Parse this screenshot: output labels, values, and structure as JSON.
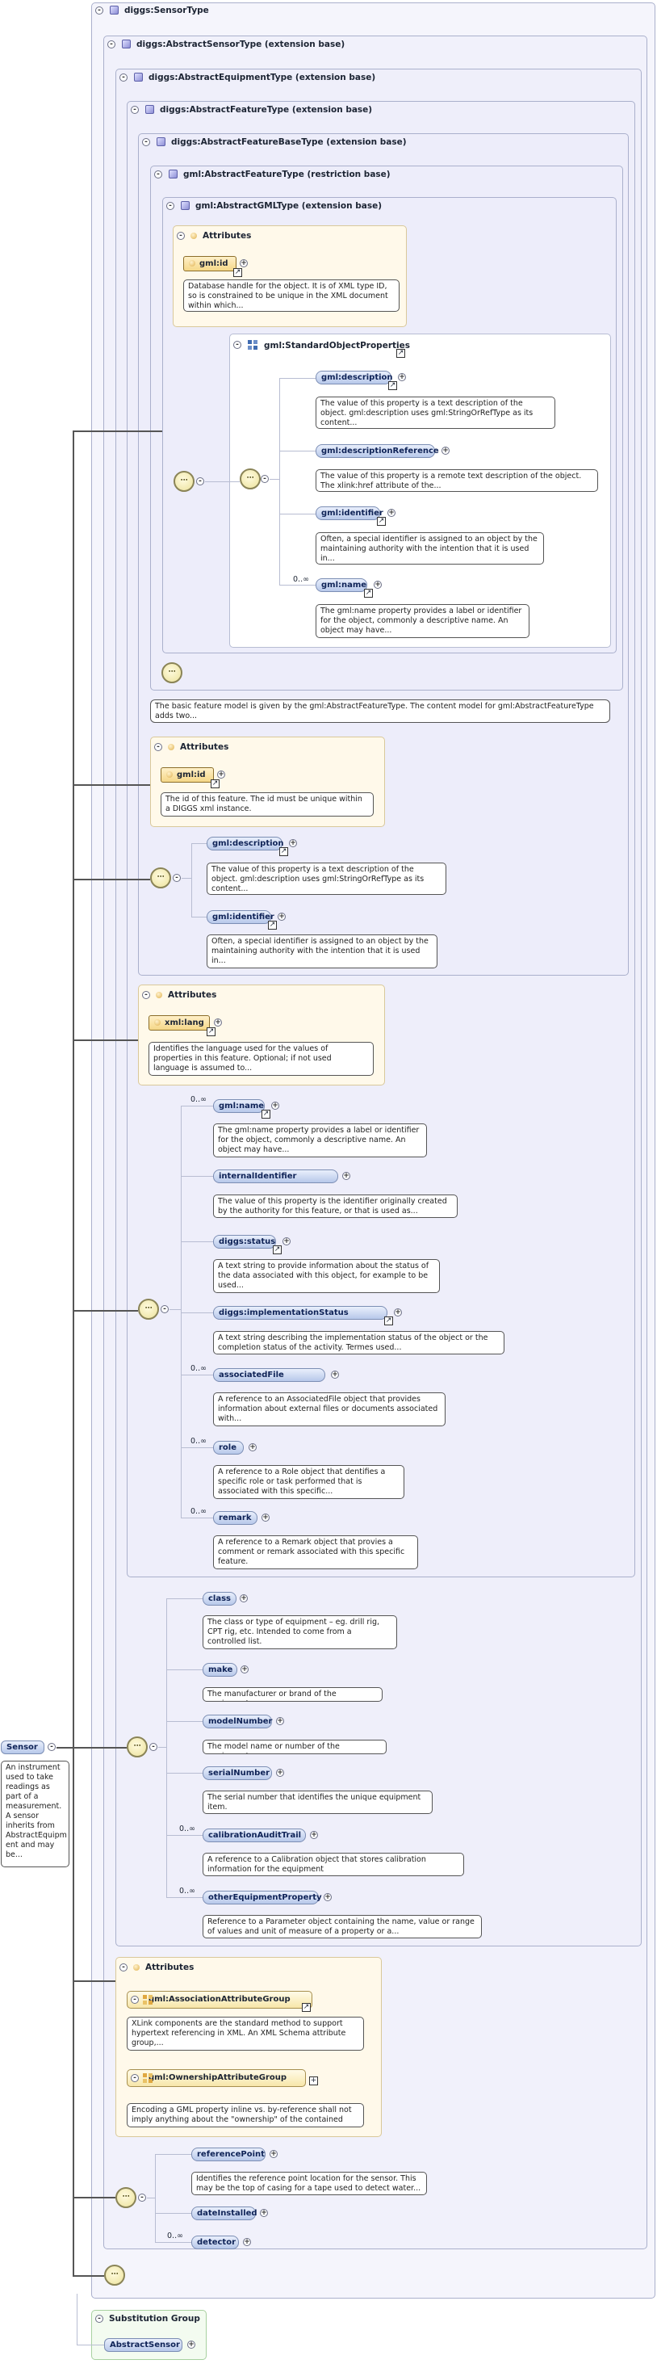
{
  "types": [
    {
      "name": "diggs:SensorType"
    },
    {
      "name": "diggs:AbstractSensorType (extension base)"
    },
    {
      "name": "diggs:AbstractEquipmentType (extension base)"
    },
    {
      "name": "diggs:AbstractFeatureType (extension base)"
    },
    {
      "name": "diggs:AbstractFeatureBaseType (extension base)"
    },
    {
      "name": "gml:AbstractFeatureType (restriction base)"
    },
    {
      "name": "gml:AbstractGMLType (extension base)"
    }
  ],
  "attributes_label": "Attributes",
  "gml_std_props": "gml:StandardObjectProperties",
  "gml_id1": {
    "name": "gml:id",
    "desc": "Database handle for the object. It is of XML type ID, so is constrained to be unique in the XML document within which..."
  },
  "std": [
    {
      "name": "gml:description",
      "desc": "The value of this property is a text description of the object. gml:description uses gml:StringOrRefType as its content..."
    },
    {
      "name": "gml:descriptionReference",
      "desc": "The value of this property is a remote text description of the object. The xlink:href attribute of the..."
    },
    {
      "name": "gml:identifier",
      "desc": "Often, a special identifier is assigned to an object by the maintaining authority with the intention that it is used in..."
    },
    {
      "name": "gml:name",
      "mult": "0..∞",
      "desc": "The gml:name property provides a label or identifier for the object, commonly a descriptive name. An object may have..."
    }
  ],
  "feature_note": "The basic feature model is given by the gml:AbstractFeatureType. The content model for gml:AbstractFeatureType adds two...",
  "gml_id2": {
    "name": "gml:id",
    "desc": "The id of this feature. The id must be unique within a DIGGS xml instance."
  },
  "fb": [
    {
      "name": "gml:description",
      "desc": "The value of this property is a text description of the object. gml:description uses gml:StringOrRefType as its content..."
    },
    {
      "name": "gml:identifier",
      "desc": "Often, a special identifier is assigned to an object by the maintaining authority with the intention that it is used in..."
    }
  ],
  "xml_lang": {
    "name": "xml:lang",
    "desc": "Identifies the language used for the values of properties in this feature. Optional; if not used language is assumed to..."
  },
  "af": [
    {
      "name": "gml:name",
      "mult": "0..∞",
      "desc": "The gml:name property provides a label or identifier for the object, commonly a descriptive name. An object may have..."
    },
    {
      "name": "internalIdentifier",
      "mult": "",
      "desc": "The value of this property is the identifier originally created by the authority for this feature, or that is used as..."
    },
    {
      "name": "diggs:status",
      "mult": "",
      "desc": "A text string to provide information about the status of the data associated with this object, for example to be used..."
    },
    {
      "name": "diggs:implementationStatus",
      "mult": "",
      "desc": "A text string describing the implementation status of the object or the completion status of the activity. Termes used..."
    },
    {
      "name": "associatedFile",
      "mult": "0..∞",
      "desc": "A reference to an AssociatedFile object that provides information about external files or documents associated with..."
    },
    {
      "name": "role",
      "mult": "0..∞",
      "desc": "A reference to a Role object that dentifies a specific role or task performed that is associated with this specific..."
    },
    {
      "name": "remark",
      "mult": "0..∞",
      "desc": "A reference to a Remark object that provies a comment or remark associated with this specific feature."
    }
  ],
  "ae": [
    {
      "name": "class",
      "mult": "",
      "desc": "The class or type of equipment – eg. drill rig, CPT rig, etc. Intended to come from a controlled list."
    },
    {
      "name": "make",
      "mult": "",
      "desc": "The manufacturer or brand of the equipment"
    },
    {
      "name": "modelNumber",
      "mult": "",
      "desc": "The model name or number of the equipment"
    },
    {
      "name": "serialNumber",
      "mult": "",
      "desc": "The serial number that identifies the unique equipment item."
    },
    {
      "name": "calibrationAuditTrail",
      "mult": "0..∞",
      "desc": "A reference to a Calibration object that stores calibration information for the equipment"
    },
    {
      "name": "otherEquipmentProperty",
      "mult": "0..∞",
      "desc": "Reference to a Parameter object containing the name, value or range of values and unit of measure of a property or a..."
    }
  ],
  "ag": [
    {
      "name": "gml:AssociationAttributeGroup",
      "desc": "XLink components are the standard method to support hypertext referencing in XML. An XML Schema attribute group,..."
    },
    {
      "name": "gml:OwnershipAttributeGroup",
      "desc": "Encoding a GML property inline vs. by-reference shall not imply anything about the \"ownership\" of the contained or..."
    }
  ],
  "as": [
    {
      "name": "referencePoint",
      "mult": "",
      "desc": "Identifies the reference point location for the sensor. This may be the top of casing for a tape used to detect water..."
    },
    {
      "name": "dateInstalled",
      "mult": "",
      "desc": ""
    },
    {
      "name": "detector",
      "mult": "0..∞",
      "desc": ""
    }
  ],
  "sensor": {
    "name": "Sensor",
    "desc": "An instrument used to take readings as part of a measurement. A sensor inherits from AbstractEquipm ent and may be..."
  },
  "subst": {
    "label": "Substitution Group",
    "name": "AbstractSensor"
  }
}
